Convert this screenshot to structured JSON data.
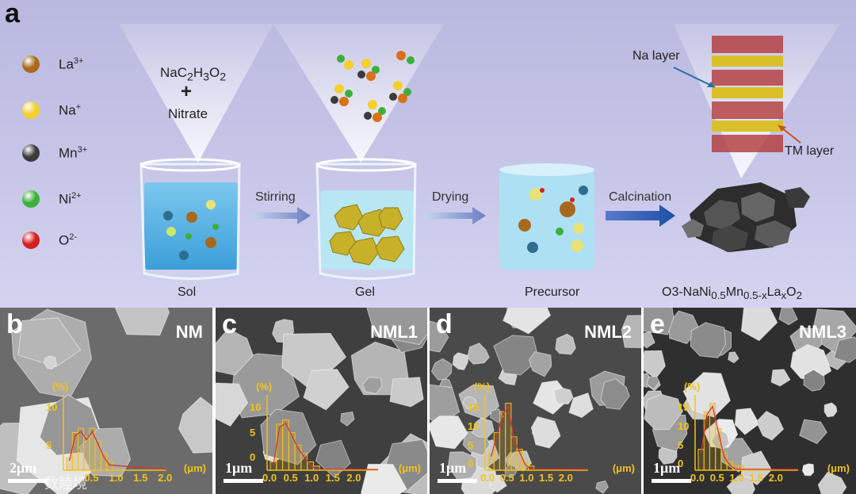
{
  "panel_a": {
    "letter": "a",
    "legend": [
      {
        "symbol": "La",
        "charge": "3+",
        "color": "#a8691c"
      },
      {
        "symbol": "Na",
        "charge": "+",
        "color": "#f5cf2e"
      },
      {
        "symbol": "Mn",
        "charge": "3+",
        "color": "#3b3b3b"
      },
      {
        "symbol": "Ni",
        "charge": "2+",
        "color": "#3ab03a"
      },
      {
        "symbol": "O",
        "charge": "2-",
        "color": "#d21f1f"
      }
    ],
    "reagent_1": "NaC",
    "reagent_1_sub1": "2",
    "reagent_1_mid": "H",
    "reagent_1_sub2": "3",
    "reagent_1_o": "O",
    "reagent_1_sub3": "2",
    "plus": "+",
    "reagent_2": "Nitrate",
    "steps": [
      "Stirring",
      "Drying",
      "Calcination"
    ],
    "stages": [
      "Sol",
      "Gel",
      "Precursor"
    ],
    "product": {
      "prefix": "O3-NaNi",
      "s1": "0.5",
      "mid": "Mn",
      "s2": "0.5-x",
      "la": "La",
      "s3": "x",
      "o": "O",
      "s4": "2"
    },
    "na_layer": "Na layer",
    "tm_layer": "TM layer"
  },
  "sem_panels": [
    {
      "letter": "b",
      "title": "NM",
      "scale": "2μm",
      "percent": "(%)",
      "unit": "(μm)",
      "yticks": [
        "10",
        "5"
      ],
      "xticks": [
        "0.5",
        "1.0",
        "1.5",
        "2.0"
      ]
    },
    {
      "letter": "c",
      "title": "NML1",
      "scale": "1μm",
      "percent": "(%)",
      "unit": "(μm)",
      "yticks": [
        "10",
        "5",
        "0"
      ],
      "xticks": [
        "0.0",
        "0.5",
        "1.0",
        "1.5",
        "2.0"
      ]
    },
    {
      "letter": "d",
      "title": "NML2",
      "scale": "1μm",
      "percent": "(%)",
      "unit": "(μm)",
      "yticks": [
        "15",
        "10",
        "5",
        "0"
      ],
      "xticks": [
        "0.0",
        "0.5",
        "1.0",
        "1.5",
        "2.0"
      ]
    },
    {
      "letter": "e",
      "title": "NML3",
      "scale": "1μm",
      "percent": "(%)",
      "unit": "(μm)",
      "yticks": [
        "15",
        "10",
        "5",
        "0"
      ],
      "xticks": [
        "0.0",
        "0.5",
        "1.0",
        "1.5",
        "2.0"
      ]
    }
  ],
  "watermark": "数睦境"
}
